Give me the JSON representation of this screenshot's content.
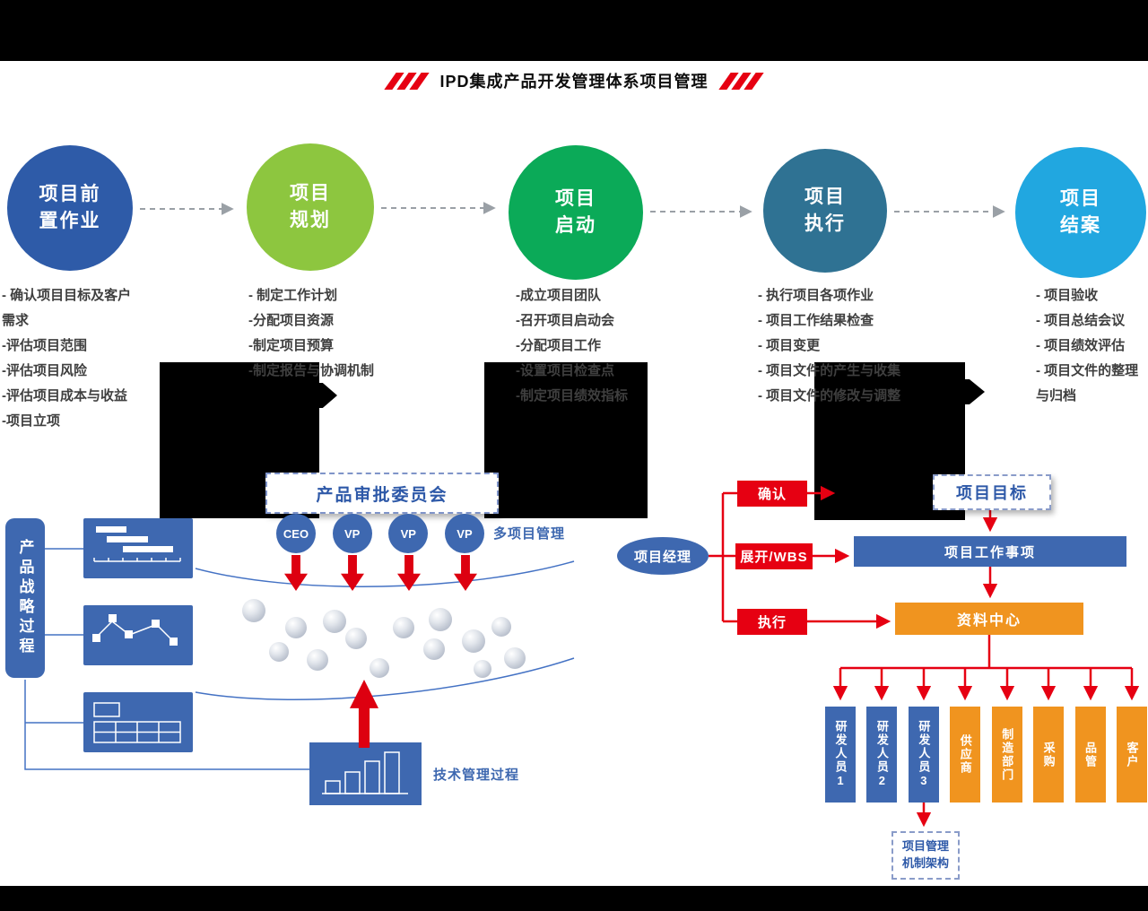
{
  "title": "IPD集成产品开发管理体系项目管理",
  "phases": [
    {
      "name": [
        "项目前",
        "置作业"
      ],
      "color": "#2e5ba8",
      "items": [
        "- 确认项目目标及客户",
        "需求",
        "-评估项目范围",
        "-评估项目风险",
        "-评估项目成本与收益",
        "-项目立项"
      ]
    },
    {
      "name": [
        "项目",
        "规划"
      ],
      "color": "#8dc63f",
      "items": [
        "- 制定工作计划",
        "-分配项目资源",
        "-制定项目预算",
        "-制定报告与协调机制"
      ]
    },
    {
      "name": [
        "项目",
        "启动"
      ],
      "color": "#0baa58",
      "items": [
        "-成立项目团队",
        "-召开项目启动会",
        "-分配项目工作",
        "-设置项目检查点",
        "-制定项目绩效指标"
      ]
    },
    {
      "name": [
        "项目",
        "执行"
      ],
      "color": "#2f7293",
      "items": [
        "- 执行项目各项作业",
        "- 项目工作结果检查",
        "- 项目变更",
        "- 项目文件的产生与收集",
        "- 项目文件的修改与调整"
      ]
    },
    {
      "name": [
        "项目",
        "结案"
      ],
      "color": "#21a7e0",
      "items": [
        "- 项目验收",
        "- 项目总结会议",
        "- 项目绩效评估",
        "- 项目文件的整理与归档"
      ]
    }
  ],
  "strategy": {
    "vertical_label": "产品战略过程",
    "tech_label": "技术管理过程",
    "multi_project_label": "多项目管理"
  },
  "committee": {
    "title": "产品审批委员会",
    "members": [
      "CEO",
      "VP",
      "VP",
      "VP"
    ]
  },
  "manager": {
    "label": "项目经理",
    "actions": [
      "确认",
      "展开/WBS",
      "执行"
    ]
  },
  "flow": {
    "goal": "项目目标",
    "work_items": "项目工作事项",
    "data_center": "资料中心",
    "arch": [
      "项目管理",
      "机制架构"
    ]
  },
  "roles": [
    {
      "label": "研发人员1",
      "type": "internal"
    },
    {
      "label": "研发人员2",
      "type": "internal"
    },
    {
      "label": "研发人员3",
      "type": "internal"
    },
    {
      "label": "供应商",
      "type": "external"
    },
    {
      "label": "制造部门",
      "type": "external"
    },
    {
      "label": "采购",
      "type": "external"
    },
    {
      "label": "品管",
      "type": "external"
    },
    {
      "label": "客户",
      "type": "external"
    }
  ],
  "icons": {
    "strategy_thumbnails": [
      "gantt-chart",
      "network-diagram",
      "table-grid"
    ],
    "tech_box_icon": "bar-chart"
  },
  "colors": {
    "red": "#e60012",
    "blue": "#3e68b0",
    "orange": "#f0941f",
    "line_blue": "#4472c4",
    "gray": "#9aa0a6",
    "phase_arrow": "#9aa0a6"
  }
}
